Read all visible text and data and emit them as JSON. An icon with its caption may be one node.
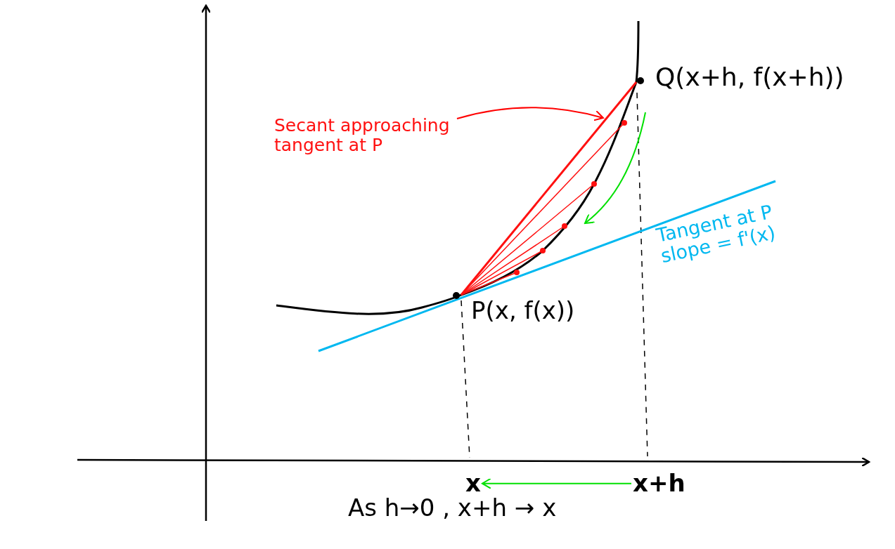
{
  "diagram": {
    "nodes": [
      {
        "text": [
          "Secant approaching tangent at P"
        ]
      },
      {
        "text": [],
        "shape": "line"
      },
      {
        "text": [
          "Q(x+h, f(x+h))"
        ]
      },
      {
        "text": [
          "P(x, f(x))"
        ]
      },
      {
        "text": [
          "x"
        ]
      },
      {
        "text": [
          "x+h"
        ]
      }
    ],
    "edges": [
      {
        "from": 0,
        "to": 1,
        "arrow": "to",
        "color": "#ff0000"
      },
      {
        "from": 5,
        "to": 4,
        "arrow": "to",
        "color": "#00e000"
      }
    ],
    "labels": [
      "Tangent at P slope = f'(x)",
      "As h→0 , x+h → x"
    ]
  }
}
